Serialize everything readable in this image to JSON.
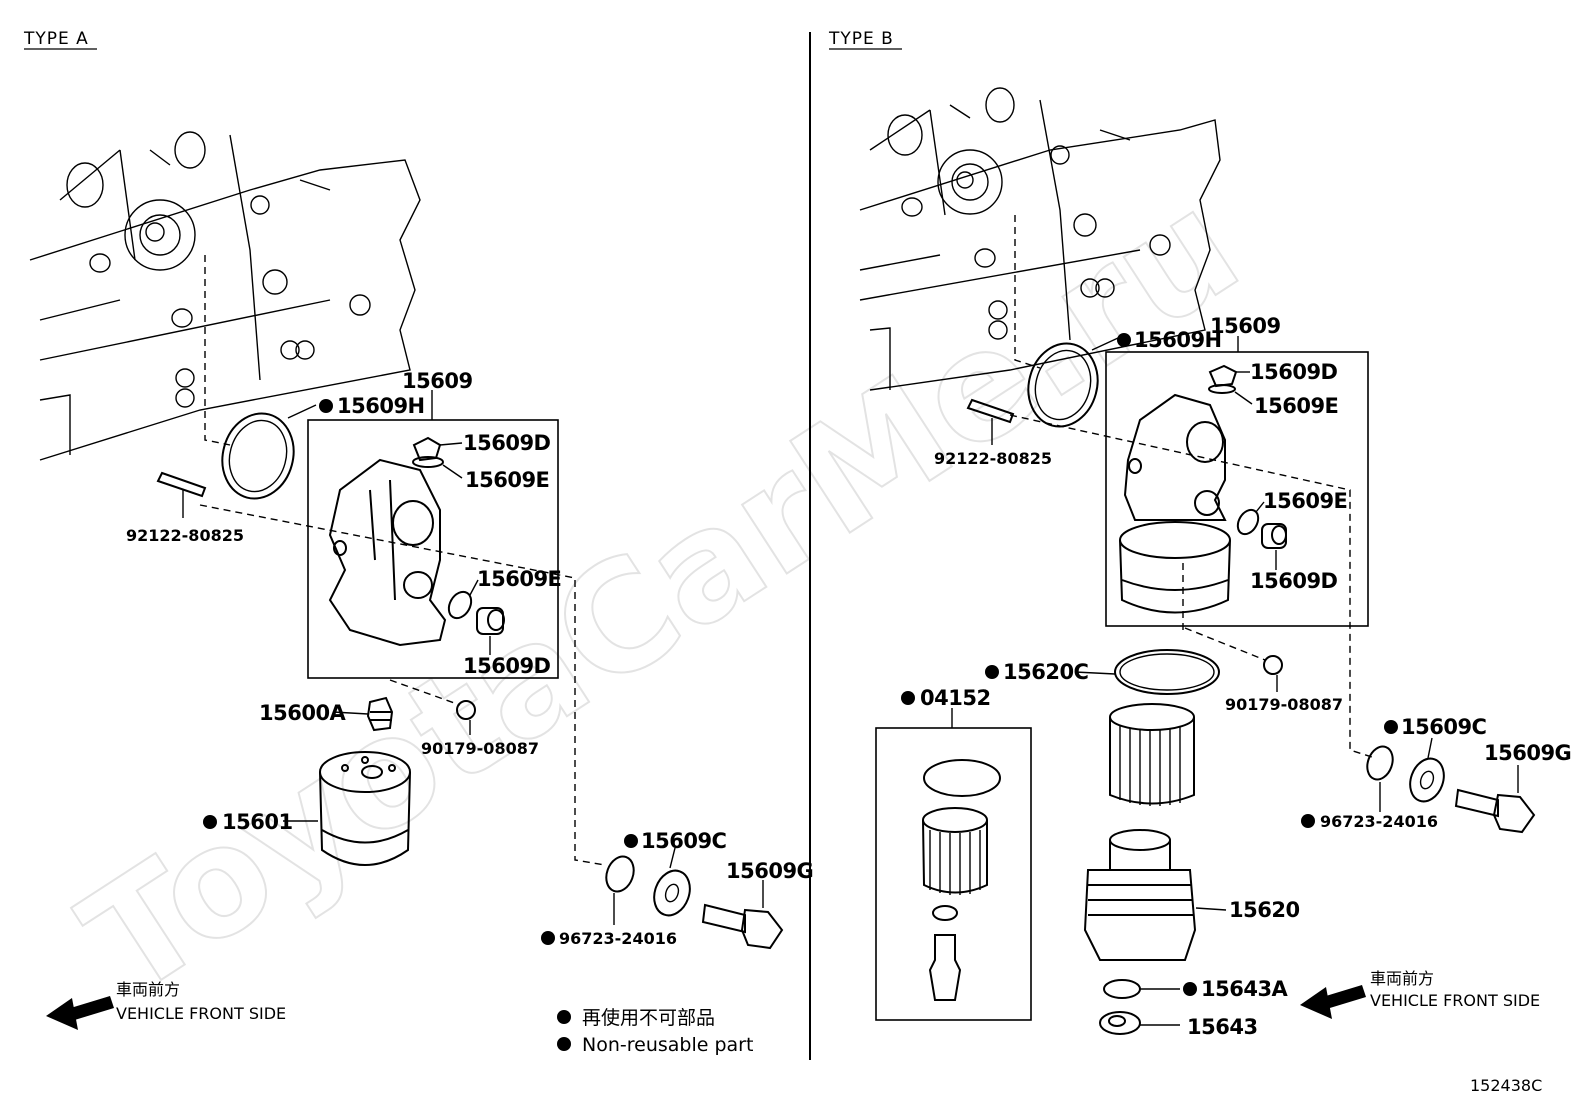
{
  "watermark": "ToyotaCarMe.ru",
  "diagram_id": "152438C",
  "type_a": {
    "header": "TYPE A",
    "labels": {
      "p15609": "15609",
      "p15609H": "15609H",
      "p15609D_top": "15609D",
      "p15609E_top": "15609E",
      "p15609E_side": "15609E",
      "p15609D_side": "15609D",
      "p92122": "92122-80825",
      "p15600A": "15600A",
      "p90179": "90179-08087",
      "p15601": "15601",
      "p15609C": "15609C",
      "p15609G": "15609G",
      "p96723": "96723-24016"
    },
    "front_jp": "車両前方",
    "front_en": "VEHICLE FRONT SIDE"
  },
  "type_b": {
    "header": "TYPE B",
    "labels": {
      "p15609": "15609",
      "p15609H": "15609H",
      "p15609D_top": "15609D",
      "p15609E_top": "15609E",
      "p15609E_side": "15609E",
      "p15609D_side": "15609D",
      "p92122": "92122-80825",
      "p15620C": "15620C",
      "p04152": "04152",
      "p90179": "90179-08087",
      "p15609C": "15609C",
      "p15609G": "15609G",
      "p96723": "96723-24016",
      "p15620": "15620",
      "p15643A": "15643A",
      "p15643": "15643"
    },
    "front_jp": "車両前方",
    "front_en": "VEHICLE FRONT SIDE"
  },
  "legend": {
    "jp": "再使用不可部品",
    "en": "Non-reusable part"
  }
}
